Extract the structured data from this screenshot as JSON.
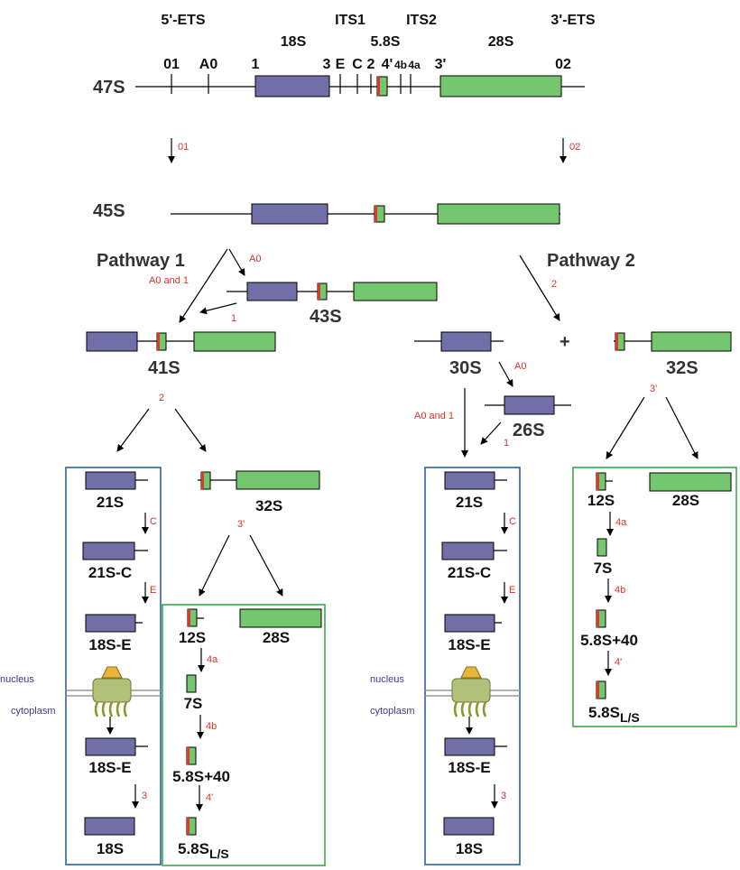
{
  "precursor": {
    "label": "47S",
    "regions": [
      "5'-ETS",
      "ITS1",
      "ITS2",
      "3'-ETS"
    ],
    "segments": [
      "18S",
      "5.8S",
      "28S"
    ],
    "sites": [
      "01",
      "A0",
      "1",
      "3",
      "E",
      "C",
      "2",
      "4'",
      "4b",
      "4a",
      "3'",
      "02"
    ]
  },
  "step1": {
    "left_site": "01",
    "right_site": "02",
    "product": "45S"
  },
  "pathway1": {
    "title": "Pathway 1",
    "cut_a0": "A0",
    "cut_a0_and_1": "A0 and 1",
    "cut_1": "1",
    "intermediate": "43S",
    "product": "41S",
    "cut_2": "2",
    "left_product": "21S",
    "right_product": "32S",
    "cut_3prime": "3'"
  },
  "pathway2": {
    "title": "Pathway 2",
    "cut_2": "2",
    "plus": "+",
    "left_product": "30S",
    "right_product": "32S",
    "cut_a0": "A0",
    "cut_a0_and_1": "A0 and 1",
    "intermediate": "26S",
    "cut_1": "1",
    "cut_3prime": "3'",
    "left_product_2": "21S"
  },
  "small_subunit_chain": {
    "labels": [
      "21S",
      "21S-C",
      "18S-E",
      "18S-E",
      "18S"
    ],
    "cuts": [
      "C",
      "E",
      "3"
    ],
    "nucleus": "nucleus",
    "cytoplasm": "cytoplasm"
  },
  "large_subunit_chain": {
    "labels": [
      "12S",
      "7S",
      "5.8S+40"
    ],
    "final_main": "5.8S",
    "final_sub": "L/S",
    "mature": "28S",
    "cuts": [
      "4a",
      "4b",
      "4'"
    ]
  },
  "colors": {
    "eighteen_s": "#716fa8",
    "twenty_eight_s": "#74c66f",
    "five_eight_s_mark": "#d93a2a",
    "small_box": "#2f61a8",
    "large_box": "#3aa84a",
    "cut_label": "#e0302a"
  }
}
